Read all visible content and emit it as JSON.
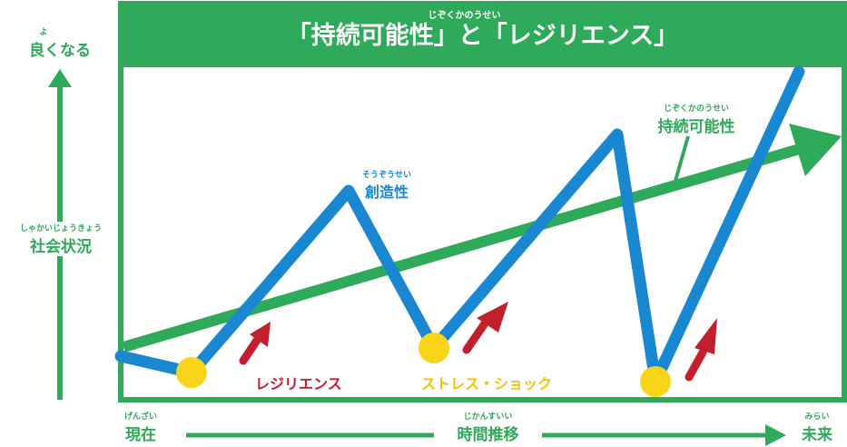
{
  "title": {
    "ruby": "じぞくかのうせい",
    "text": "「持続可能性」と「レジリエンス」"
  },
  "y_axis": {
    "top_ruby": "よ",
    "top_label": "良くなる",
    "label_ruby": "しゃかいじょうきょう",
    "label": "社会状況"
  },
  "x_axis": {
    "left_ruby": "げんざい",
    "left_label": "現在",
    "mid_ruby": "じかんすいい",
    "mid_label": "時間推移",
    "right_ruby": "みらい",
    "right_label": "未来"
  },
  "labels": {
    "creativity_ruby": "そうぞうせい",
    "creativity": "創造性",
    "sustainability_ruby": "じぞくかのうせい",
    "sustainability": "持続可能性",
    "resilience": "レジリエンス",
    "stress_shock": "ストレス・ショック"
  },
  "colors": {
    "green": "#2eaa5a",
    "blue": "#1a88d0",
    "red": "#c2202d",
    "yellow": "#f9d51a"
  },
  "icons": [
    "up-arrow-icon",
    "right-arrow-icon",
    "shock-point-icon",
    "resilience-arrow-icon"
  ]
}
